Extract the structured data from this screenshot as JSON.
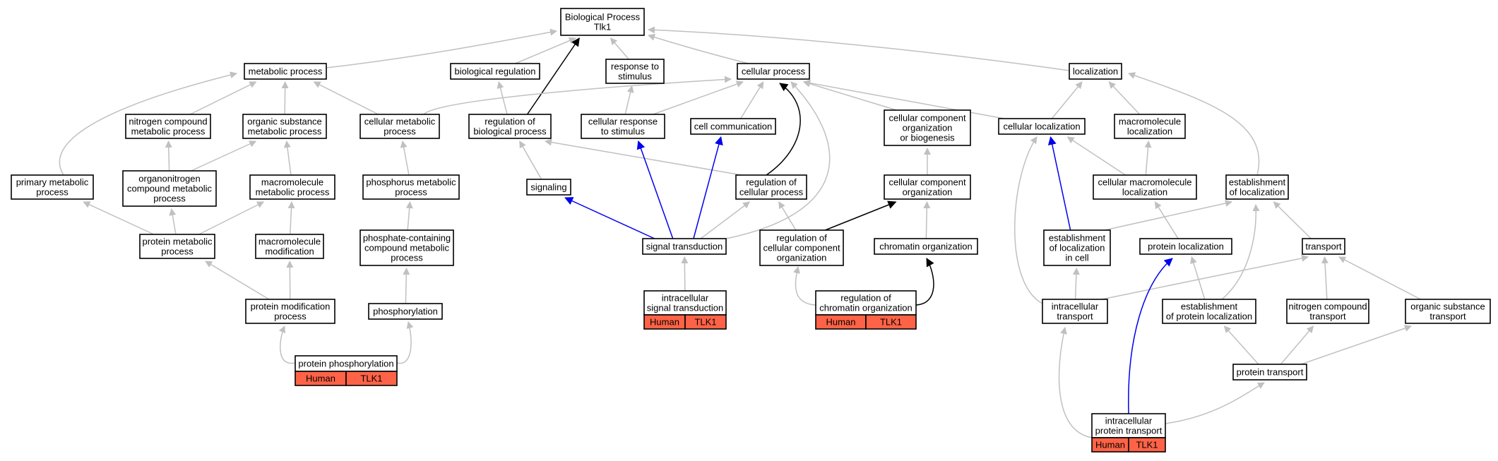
{
  "colors": {
    "edge_default": "#c0c0c0",
    "edge_black": "#000000",
    "edge_blue": "#0000ee",
    "annotation_fill": "#ff6347"
  },
  "nodes": [
    {
      "id": "bp",
      "lines": [
        "Biological Process",
        "Tlk1"
      ]
    },
    {
      "id": "metabolic",
      "lines": [
        "metabolic process"
      ]
    },
    {
      "id": "bioreg",
      "lines": [
        "biological regulation"
      ]
    },
    {
      "id": "response",
      "lines": [
        "response to",
        "stimulus"
      ]
    },
    {
      "id": "cellproc",
      "lines": [
        "cellular process"
      ]
    },
    {
      "id": "localization",
      "lines": [
        "localization"
      ]
    },
    {
      "id": "nitrogen",
      "lines": [
        "nitrogen compound",
        "metabolic process"
      ]
    },
    {
      "id": "organic",
      "lines": [
        "organic substance",
        "metabolic process"
      ]
    },
    {
      "id": "cellmet",
      "lines": [
        "cellular metabolic",
        "process"
      ]
    },
    {
      "id": "regbio",
      "lines": [
        "regulation of",
        "biological process"
      ]
    },
    {
      "id": "cellresp",
      "lines": [
        "cellular response",
        "to stimulus"
      ]
    },
    {
      "id": "cellcomm",
      "lines": [
        "cell communication"
      ]
    },
    {
      "id": "ccob",
      "lines": [
        "cellular component",
        "organization",
        "or biogenesis"
      ]
    },
    {
      "id": "cellloc",
      "lines": [
        "cellular localization"
      ]
    },
    {
      "id": "macroloc",
      "lines": [
        "macromolecule",
        "localization"
      ]
    },
    {
      "id": "primary",
      "lines": [
        "primary metabolic",
        "process"
      ]
    },
    {
      "id": "orgnitro",
      "lines": [
        "organonitrogen",
        "compound metabolic",
        "process"
      ]
    },
    {
      "id": "macromet",
      "lines": [
        "macromolecule",
        "metabolic process"
      ]
    },
    {
      "id": "phosmet",
      "lines": [
        "phosphorus metabolic",
        "process"
      ]
    },
    {
      "id": "signaling",
      "lines": [
        "signaling"
      ]
    },
    {
      "id": "regcell",
      "lines": [
        "regulation of",
        "cellular process"
      ]
    },
    {
      "id": "cco",
      "lines": [
        "cellular component",
        "organization"
      ]
    },
    {
      "id": "cellmacroloc",
      "lines": [
        "cellular macromolecule",
        "localization"
      ]
    },
    {
      "id": "estloc",
      "lines": [
        "establishment",
        "of localization"
      ]
    },
    {
      "id": "protmet",
      "lines": [
        "protein metabolic",
        "process"
      ]
    },
    {
      "id": "macromod",
      "lines": [
        "macromolecule",
        "modification"
      ]
    },
    {
      "id": "phoscontain",
      "lines": [
        "phosphate-containing",
        "compound metabolic",
        "process"
      ]
    },
    {
      "id": "sigtrans",
      "lines": [
        "signal transduction"
      ]
    },
    {
      "id": "regcco",
      "lines": [
        "regulation of",
        "cellular component",
        "organization"
      ]
    },
    {
      "id": "chromorg",
      "lines": [
        "chromatin organization"
      ]
    },
    {
      "id": "estcell",
      "lines": [
        "establishment",
        "of localization",
        "in cell"
      ]
    },
    {
      "id": "protloc",
      "lines": [
        "protein localization"
      ]
    },
    {
      "id": "transport",
      "lines": [
        "transport"
      ]
    },
    {
      "id": "protmod",
      "lines": [
        "protein modification",
        "process"
      ]
    },
    {
      "id": "phosphorylation",
      "lines": [
        "phosphorylation"
      ]
    },
    {
      "id": "intrasig",
      "lines": [
        "intracellular",
        "signal transduction"
      ]
    },
    {
      "id": "regchrom",
      "lines": [
        "regulation of",
        "chromatin organization"
      ]
    },
    {
      "id": "intratrans",
      "lines": [
        "intracellular",
        "transport"
      ]
    },
    {
      "id": "estprotloc",
      "lines": [
        "establishment",
        "of protein localization"
      ]
    },
    {
      "id": "nitrotrans",
      "lines": [
        "nitrogen compound",
        "transport"
      ]
    },
    {
      "id": "orgtrans",
      "lines": [
        "organic substance",
        "transport"
      ]
    },
    {
      "id": "protphos",
      "lines": [
        "protein phosphorylation"
      ]
    },
    {
      "id": "prottrans",
      "lines": [
        "protein transport"
      ]
    },
    {
      "id": "intraprot",
      "lines": [
        "intracellular",
        "protein transport"
      ]
    }
  ],
  "annotations": [
    {
      "node": "intrasig",
      "species": "Human",
      "gene": "TLK1"
    },
    {
      "node": "regchrom",
      "species": "Human",
      "gene": "TLK1"
    },
    {
      "node": "protphos",
      "species": "Human",
      "gene": "TLK1"
    },
    {
      "node": "intraprot",
      "species": "Human",
      "gene": "TLK1"
    }
  ],
  "edges": [
    {
      "from": "metabolic",
      "to": "bp",
      "color": "default"
    },
    {
      "from": "bioreg",
      "to": "bp",
      "color": "default"
    },
    {
      "from": "response",
      "to": "bp",
      "color": "default"
    },
    {
      "from": "cellproc",
      "to": "bp",
      "color": "default"
    },
    {
      "from": "localization",
      "to": "bp",
      "color": "default"
    },
    {
      "from": "regbio",
      "to": "bp",
      "color": "black"
    },
    {
      "from": "nitrogen",
      "to": "metabolic",
      "color": "default"
    },
    {
      "from": "organic",
      "to": "metabolic",
      "color": "default"
    },
    {
      "from": "cellmet",
      "to": "metabolic",
      "color": "default"
    },
    {
      "from": "primary",
      "to": "metabolic",
      "color": "default"
    },
    {
      "from": "regbio",
      "to": "bioreg",
      "color": "default"
    },
    {
      "from": "cellresp",
      "to": "response",
      "color": "default"
    },
    {
      "from": "cellmet",
      "to": "cellproc",
      "color": "default"
    },
    {
      "from": "cellresp",
      "to": "cellproc",
      "color": "default"
    },
    {
      "from": "cellcomm",
      "to": "cellproc",
      "color": "default"
    },
    {
      "from": "ccob",
      "to": "cellproc",
      "color": "default"
    },
    {
      "from": "cellloc",
      "to": "cellproc",
      "color": "default"
    },
    {
      "from": "regcell",
      "to": "cellproc",
      "color": "black"
    },
    {
      "from": "sigtrans",
      "to": "cellproc",
      "color": "default"
    },
    {
      "from": "cellloc",
      "to": "localization",
      "color": "default"
    },
    {
      "from": "macroloc",
      "to": "localization",
      "color": "default"
    },
    {
      "from": "estloc",
      "to": "localization",
      "color": "default"
    },
    {
      "from": "orgnitro",
      "to": "nitrogen",
      "color": "default"
    },
    {
      "from": "orgnitro",
      "to": "organic",
      "color": "default"
    },
    {
      "from": "macromet",
      "to": "organic",
      "color": "default"
    },
    {
      "from": "phosmet",
      "to": "cellmet",
      "color": "default"
    },
    {
      "from": "signaling",
      "to": "regbio",
      "color": "default"
    },
    {
      "from": "regcell",
      "to": "regbio",
      "color": "default"
    },
    {
      "from": "cco",
      "to": "ccob",
      "color": "default"
    },
    {
      "from": "estcell",
      "to": "cellloc",
      "color": "blue"
    },
    {
      "from": "cellmacroloc",
      "to": "cellloc",
      "color": "default"
    },
    {
      "from": "intratrans",
      "to": "cellloc",
      "color": "default"
    },
    {
      "from": "cellmacroloc",
      "to": "macroloc",
      "color": "default"
    },
    {
      "from": "protmet",
      "to": "primary",
      "color": "default"
    },
    {
      "from": "protmet",
      "to": "orgnitro",
      "color": "default"
    },
    {
      "from": "protmet",
      "to": "macromet",
      "color": "default"
    },
    {
      "from": "macromod",
      "to": "macromet",
      "color": "default"
    },
    {
      "from": "phoscontain",
      "to": "phosmet",
      "color": "default"
    },
    {
      "from": "sigtrans",
      "to": "signaling",
      "color": "blue"
    },
    {
      "from": "sigtrans",
      "to": "cellresp",
      "color": "blue"
    },
    {
      "from": "sigtrans",
      "to": "cellcomm",
      "color": "blue"
    },
    {
      "from": "sigtrans",
      "to": "regcell",
      "color": "default"
    },
    {
      "from": "regcco",
      "to": "regcell",
      "color": "default"
    },
    {
      "from": "regcco",
      "to": "cco",
      "color": "black"
    },
    {
      "from": "chromorg",
      "to": "cco",
      "color": "default"
    },
    {
      "from": "protloc",
      "to": "cellmacroloc",
      "color": "default"
    },
    {
      "from": "estcell",
      "to": "estloc",
      "color": "default"
    },
    {
      "from": "transport",
      "to": "estloc",
      "color": "default"
    },
    {
      "from": "estprotloc",
      "to": "estloc",
      "color": "default"
    },
    {
      "from": "protmod",
      "to": "protmet",
      "color": "default"
    },
    {
      "from": "protmod",
      "to": "macromod",
      "color": "default"
    },
    {
      "from": "phosphorylation",
      "to": "phoscontain",
      "color": "default"
    },
    {
      "from": "intrasig",
      "to": "sigtrans",
      "color": "default"
    },
    {
      "from": "regchrom",
      "to": "regcco",
      "color": "default"
    },
    {
      "from": "regchrom",
      "to": "chromorg",
      "color": "black"
    },
    {
      "from": "intratrans",
      "to": "estcell",
      "color": "default"
    },
    {
      "from": "estprotloc",
      "to": "protloc",
      "color": "default"
    },
    {
      "from": "intratrans",
      "to": "transport",
      "color": "default"
    },
    {
      "from": "nitrotrans",
      "to": "transport",
      "color": "default"
    },
    {
      "from": "orgtrans",
      "to": "transport",
      "color": "default"
    },
    {
      "from": "protphos",
      "to": "protmod",
      "color": "default"
    },
    {
      "from": "protphos",
      "to": "phosphorylation",
      "color": "default"
    },
    {
      "from": "prottrans",
      "to": "estprotloc",
      "color": "default"
    },
    {
      "from": "prottrans",
      "to": "nitrotrans",
      "color": "default"
    },
    {
      "from": "prottrans",
      "to": "orgtrans",
      "color": "default"
    },
    {
      "from": "intraprot",
      "to": "protloc",
      "color": "blue"
    },
    {
      "from": "intraprot",
      "to": "intratrans",
      "color": "default"
    },
    {
      "from": "intraprot",
      "to": "prottrans",
      "color": "default"
    }
  ]
}
